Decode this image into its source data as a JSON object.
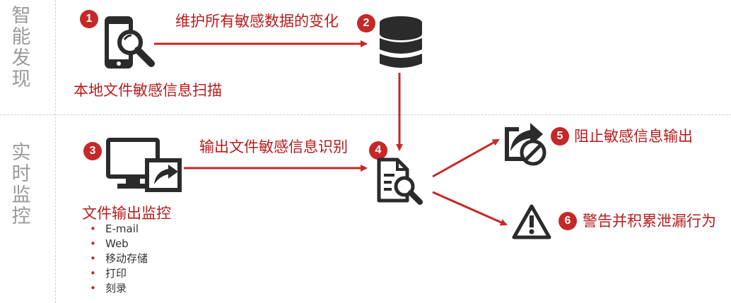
{
  "sections": {
    "discovery": [
      "智",
      "能",
      "发",
      "现"
    ],
    "monitoring": [
      "实",
      "时",
      "监",
      "控"
    ]
  },
  "nodes": {
    "n1": {
      "badge": "1",
      "label": "本地文件敏感信息扫描",
      "icon": "phone-search-icon"
    },
    "n2": {
      "badge": "2",
      "label": "维护所有敏感数据的变化",
      "icon": "database-icon"
    },
    "n3": {
      "badge": "3",
      "label": "文件输出监控",
      "icon": "monitor-share-icon",
      "items": [
        "E-mail",
        "Web",
        "移动存储",
        "打印",
        "刻录"
      ]
    },
    "n4": {
      "badge": "4",
      "label": "输出文件敏感信息识别",
      "icon": "document-search-icon"
    },
    "n5": {
      "badge": "5",
      "label": "阻止敏感信息输出",
      "icon": "share-blocked-icon"
    },
    "n6": {
      "badge": "6",
      "label": "警告并积累泄漏行为",
      "icon": "warning-triangle-icon"
    }
  },
  "colors": {
    "accent": "#c62828",
    "text_red": "#b71c1c",
    "icon": "#2b2b2b",
    "section": "#9a9a9a"
  }
}
